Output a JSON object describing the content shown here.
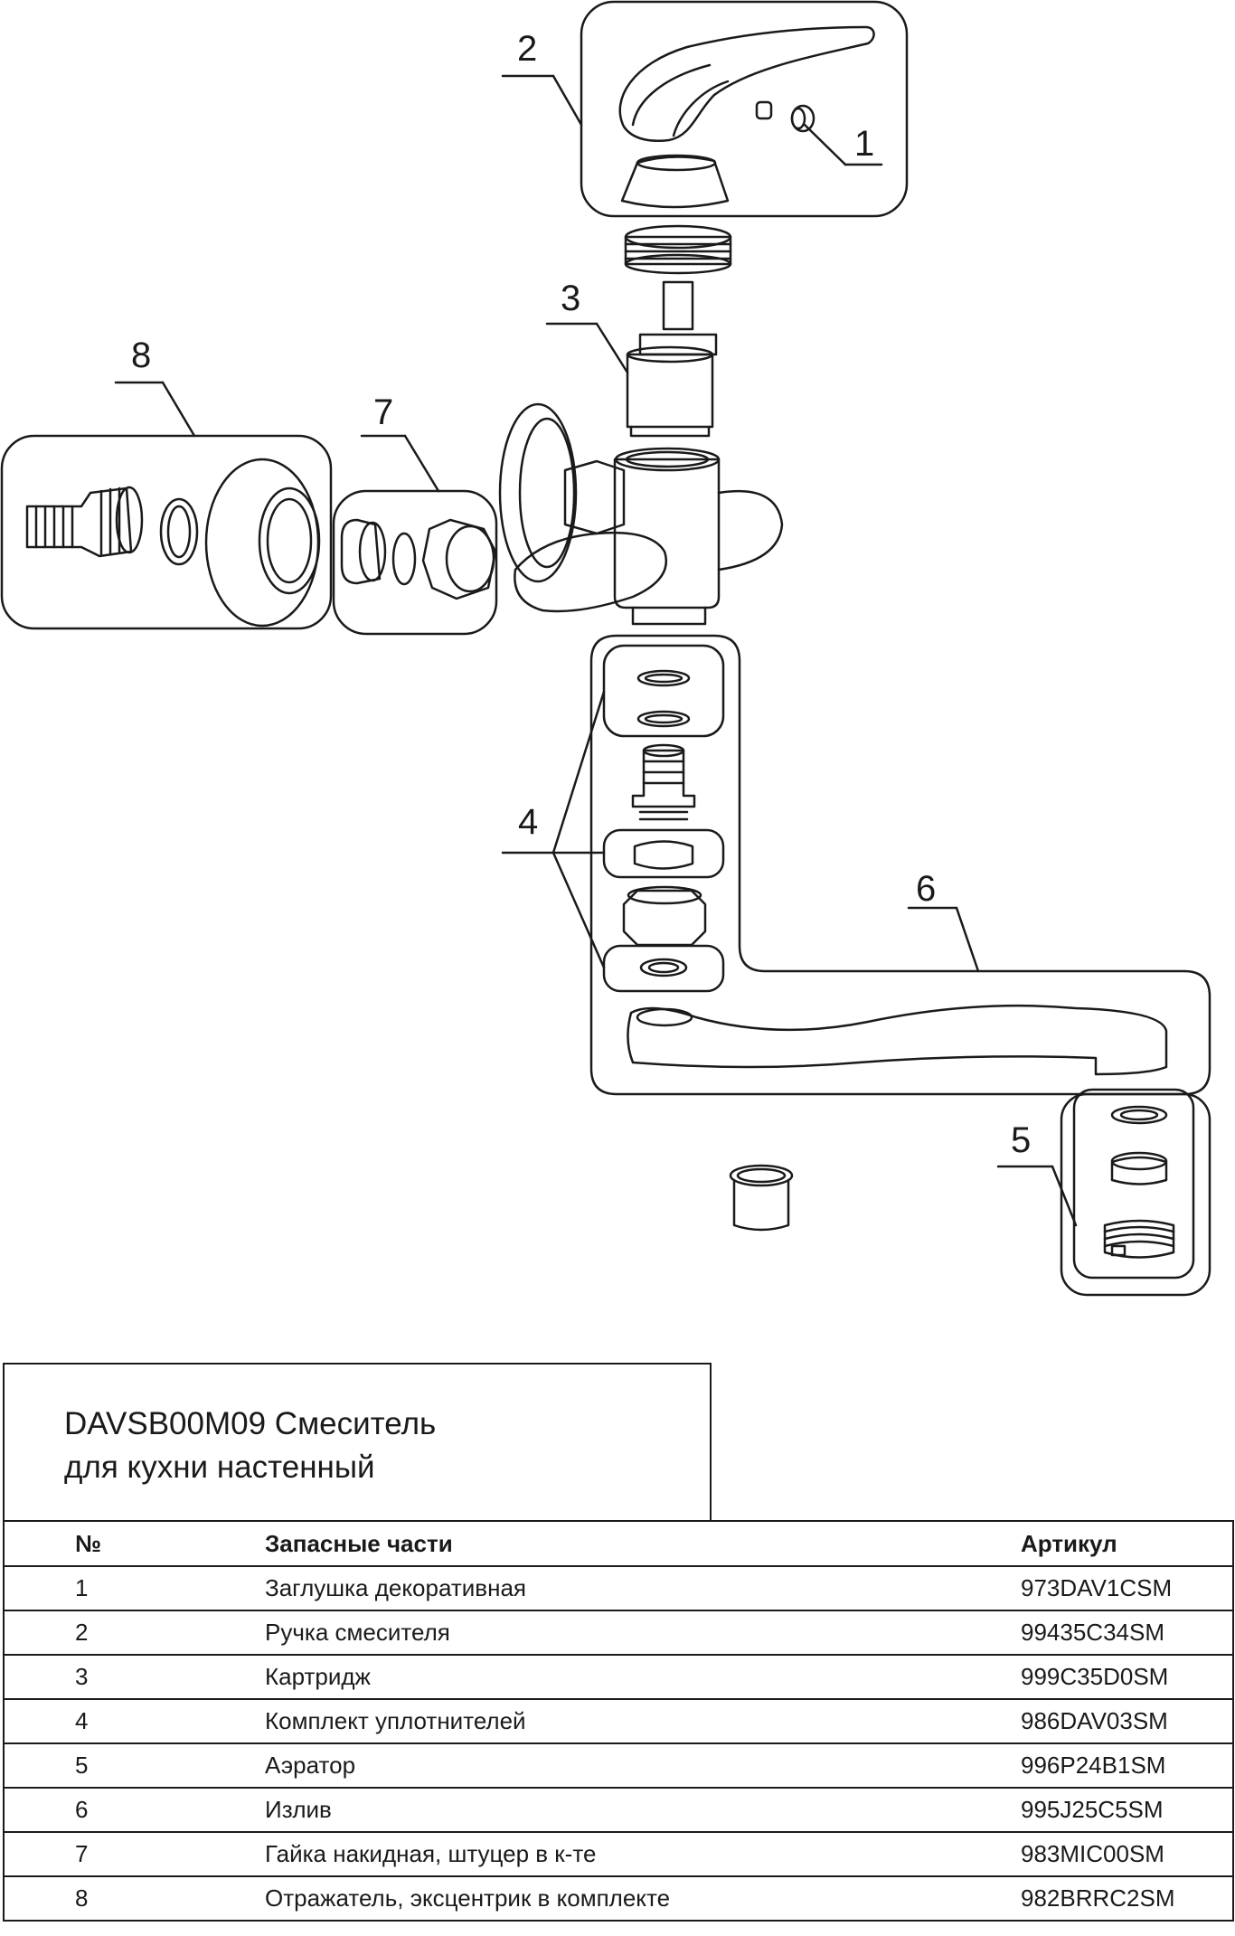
{
  "callouts": [
    "1",
    "2",
    "3",
    "4",
    "5",
    "6",
    "7",
    "8"
  ],
  "title": {
    "line1": "DAVSB00M09 Смеситель",
    "line2": "для кухни настенный"
  },
  "table": {
    "headers": {
      "no": "№",
      "name": "Запасные части",
      "sku": "Артикул"
    },
    "rows": [
      {
        "no": "1",
        "name": "Заглушка декоративная",
        "sku": "973DAV1CSM"
      },
      {
        "no": "2",
        "name": "Ручка смесителя",
        "sku": "99435C34SM"
      },
      {
        "no": "3",
        "name": "Картридж",
        "sku": "999C35D0SM"
      },
      {
        "no": "4",
        "name": "Комплект уплотнителей",
        "sku": "986DAV03SM"
      },
      {
        "no": "5",
        "name": "Аэратор",
        "sku": "996P24B1SM"
      },
      {
        "no": "6",
        "name": "Излив",
        "sku": "995J25C5SM"
      },
      {
        "no": "7",
        "name": "Гайка накидная, штуцер в к-те",
        "sku": "983MIC00SM"
      },
      {
        "no": "8",
        "name": "Отражатель, эксцентрик в комплекте",
        "sku": "982BRRC2SM"
      }
    ]
  }
}
